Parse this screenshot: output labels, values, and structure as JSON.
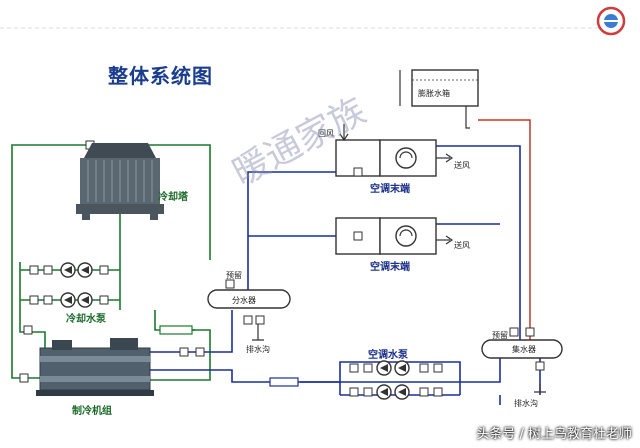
{
  "title": "整体系统图",
  "labels": {
    "cooling_tower": "冷却塔",
    "cooling_pump": "冷却水泵",
    "chiller": "制冷机组",
    "distributor": "分水器",
    "collector": "集水器",
    "ac_pump": "空调水泵",
    "ac_terminal_1": "空调末端",
    "ac_terminal_2": "空调末端",
    "expansion_tank": "膨胀水箱",
    "return_air": "回风",
    "supply_air_1": "送风",
    "supply_air_2": "送风",
    "reserve_1": "预留",
    "reserve_2": "预留",
    "drain_1": "排水沟",
    "drain_2": "排水沟"
  },
  "watermark": "暖通家族",
  "footer": "头条号 / 树上鸟教育杜老师",
  "colors": {
    "cooling_water": "#1a7a2e",
    "chilled_water": "#1a2f9a",
    "makeup_water": "#c0392b",
    "title": "#1a3d8f"
  }
}
